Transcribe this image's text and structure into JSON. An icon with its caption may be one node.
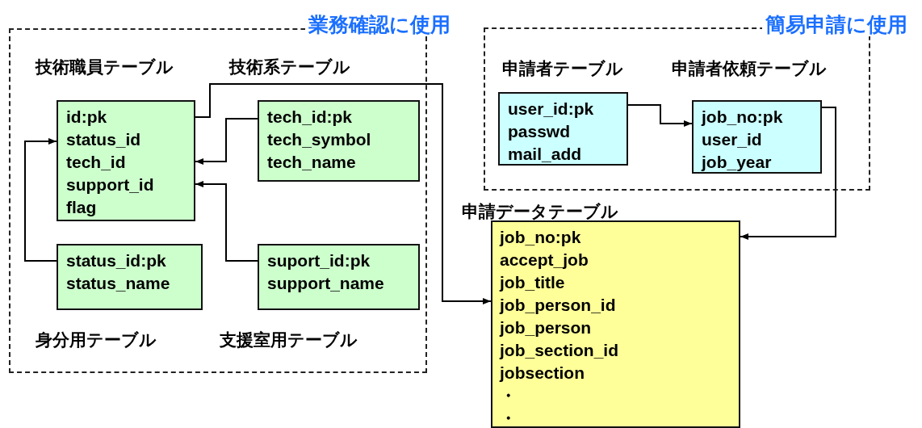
{
  "diagram": {
    "nodes": [
      {
        "text": [
          "業務確認に使用"
        ]
      },
      {
        "text": [
          "技術職員テーブル",
          "id:pk",
          "status_id",
          "tech_id",
          "support_id",
          "flag"
        ],
        "in": 0
      },
      {
        "text": [
          "技術系テーブル",
          "tech_id:pk",
          "tech_symbol",
          "tech_name"
        ],
        "in": 0
      },
      {
        "text": [
          "status_id:pk",
          "status_name",
          "身分用テーブル"
        ],
        "in": 0
      },
      {
        "text": [
          "suport_id:pk",
          "support_name",
          "支援室用テーブル"
        ],
        "in": 0
      },
      {
        "text": [
          "簡易申請に使用"
        ]
      },
      {
        "text": [
          "申請者テーブル",
          "user_id:pk",
          "passwd",
          "mail_add"
        ],
        "in": 5
      },
      {
        "text": [
          "申請者依頼テーブル",
          "job_no:pk",
          "user_id",
          "job_year"
        ],
        "in": 5
      },
      {
        "text": [
          "申請データテーブル",
          "job_no:pk",
          "accept_job",
          "job_title",
          "job_person_id",
          "job_person",
          "job_section_id",
          "jobsection",
          "・",
          "・"
        ]
      }
    ],
    "edges": [
      {
        "from": 2,
        "to": 1,
        "arrow": "to"
      },
      {
        "from": 4,
        "to": 1,
        "arrow": "to"
      },
      {
        "from": 3,
        "to": 1,
        "arrow": "to"
      },
      {
        "from": 1,
        "to": 8,
        "arrow": "to"
      },
      {
        "from": 6,
        "to": 7,
        "arrow": "to"
      },
      {
        "from": 7,
        "to": 8,
        "arrow": "to"
      }
    ]
  }
}
